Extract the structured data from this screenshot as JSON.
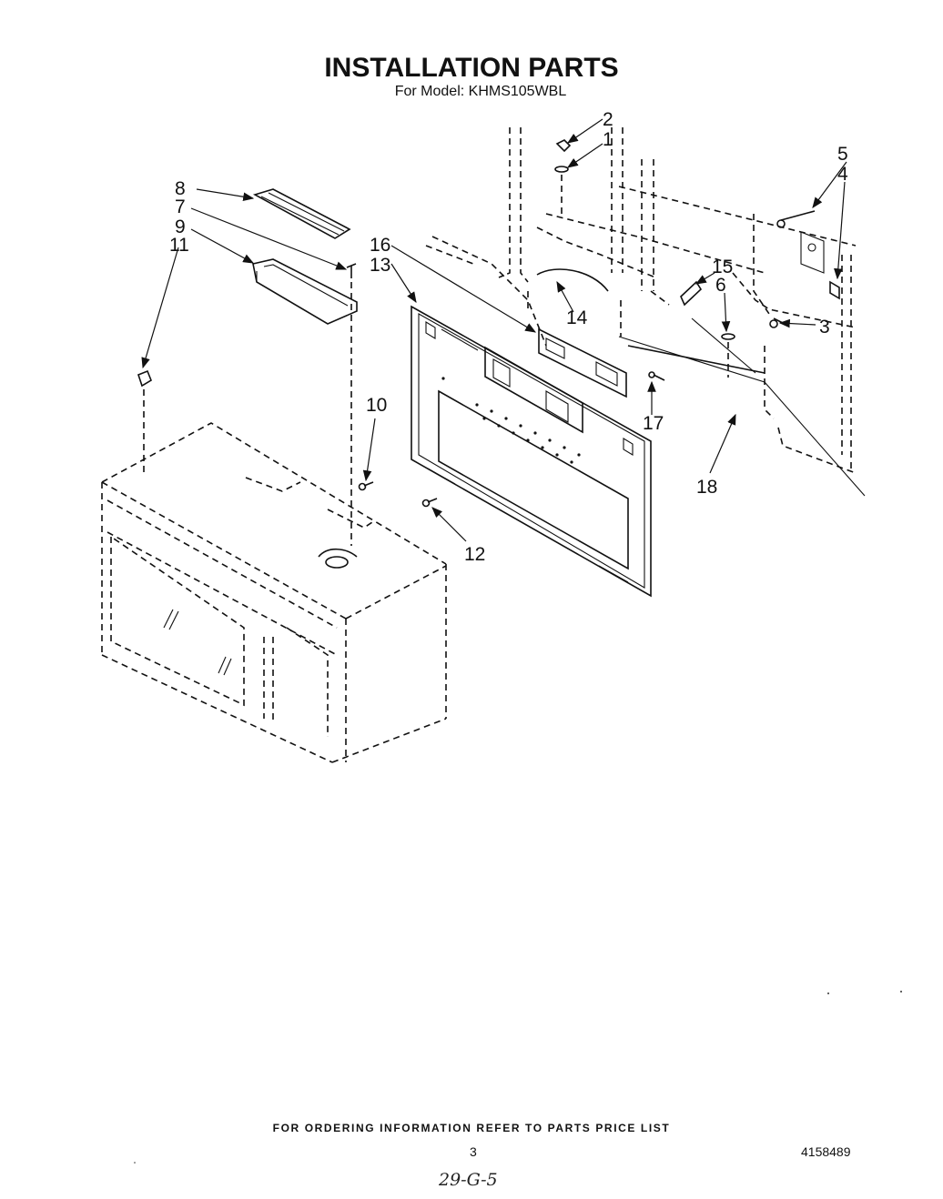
{
  "header": {
    "title": "INSTALLATION PARTS",
    "model_line": "For Model: KHMS105WBL"
  },
  "callouts": [
    "1",
    "2",
    "3",
    "4",
    "5",
    "6",
    "7",
    "8",
    "9",
    "10",
    "11",
    "12",
    "13",
    "14",
    "15",
    "16",
    "17",
    "18"
  ],
  "footer": {
    "ordering_note": "FOR ORDERING INFORMATION REFER TO PARTS PRICE LIST",
    "page_number": "3",
    "document_number": "4158489",
    "handwritten_note": "29-G-5"
  }
}
